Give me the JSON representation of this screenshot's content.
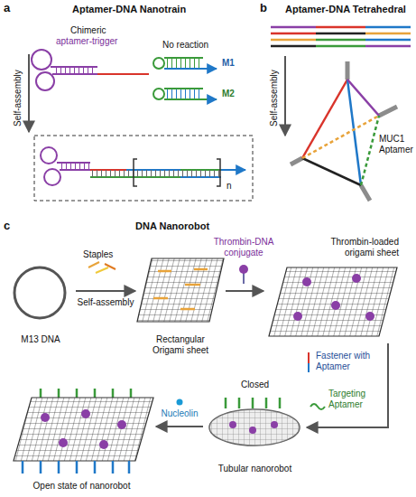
{
  "diagram": {
    "nodes": [
      {
        "text": [
          "M13 DNA"
        ]
      },
      {
        "text": [
          "Rectangular Origami sheet"
        ]
      },
      {
        "text": [
          "Thrombin-loaded origami sheet"
        ]
      },
      {
        "text": [
          "Closed",
          "Tubular nanorobot"
        ]
      },
      {
        "text": [
          "Open state of nanorobot"
        ]
      }
    ],
    "edges": [
      {
        "from": 0,
        "to": 1,
        "arrow": "to"
      },
      {
        "from": 1,
        "to": 2,
        "arrow": "to"
      },
      {
        "from": 2,
        "to": 3,
        "arrow": "to"
      },
      {
        "from": 3,
        "to": 4,
        "arrow": "to"
      }
    ],
    "labels": [
      "a",
      "Aptamer-DNA Nanotrain",
      "Chimeric",
      "aptamer-trigger",
      "No reaction",
      "M1",
      "M2",
      "Self-assembly",
      "n",
      "b",
      "Aptamer-DNA Tetrahedral",
      "Self-assembly",
      "MUC1 Aptamer",
      "c",
      "DNA Nanorobot",
      "Staples",
      "Self-assembly",
      "Thrombin-DNA conjugate",
      "Fastener with Aptamer",
      "Targeting Aptamer",
      "Nucleolin"
    ]
  }
}
